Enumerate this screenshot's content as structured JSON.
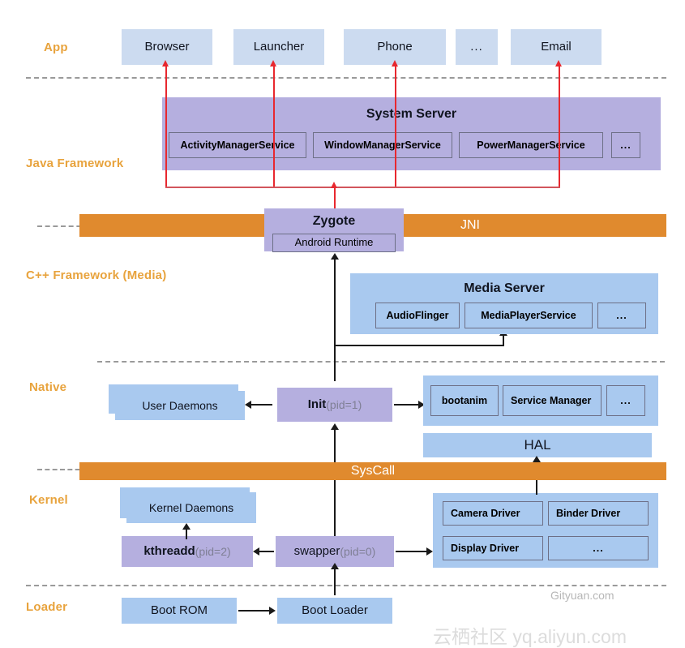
{
  "layers": [
    {
      "name": "app",
      "label": "App"
    },
    {
      "name": "java-framework",
      "label": "Java Framework"
    },
    {
      "name": "cpp-framework",
      "label": "C++ Framework (Media)"
    },
    {
      "name": "native",
      "label": "Native"
    },
    {
      "name": "kernel",
      "label": "Kernel"
    },
    {
      "name": "loader",
      "label": "Loader"
    }
  ],
  "app": {
    "items": [
      {
        "label": "Browser"
      },
      {
        "label": "Launcher"
      },
      {
        "label": "Phone"
      },
      {
        "label": "..."
      },
      {
        "label": "Email"
      }
    ]
  },
  "system_server": {
    "title": "System Server",
    "services": [
      {
        "label": "ActivityManagerService"
      },
      {
        "label": "WindowManagerService"
      },
      {
        "label": "PowerManagerService"
      },
      {
        "label": "..."
      }
    ]
  },
  "jni_bar": {
    "label": "JNI",
    "zygote": {
      "title": "Zygote",
      "runtime": "Android Runtime"
    }
  },
  "media_server": {
    "title": "Media Server",
    "services": [
      {
        "label": "AudioFlinger"
      },
      {
        "label": "MediaPlayerService"
      },
      {
        "label": "..."
      }
    ]
  },
  "native": {
    "user_daemons": "User Daemons",
    "init": {
      "name": "Init",
      "pid": "(pid=1)"
    },
    "services": [
      {
        "label": "bootanim"
      },
      {
        "label": "Service Manager"
      },
      {
        "label": "..."
      }
    ],
    "hal": "HAL"
  },
  "syscall_bar": {
    "label": "SysCall"
  },
  "kernel": {
    "kernel_daemons": "Kernel Daemons",
    "kthreadd": {
      "name": "kthreadd",
      "pid": "(pid=2)"
    },
    "swapper": {
      "name": "swapper",
      "pid": "(pid=0)"
    },
    "drivers": [
      {
        "label": "Camera Driver"
      },
      {
        "label": "Binder Driver"
      },
      {
        "label": "Display Driver"
      },
      {
        "label": "..."
      }
    ]
  },
  "loader": {
    "boot_rom": "Boot  ROM",
    "boot_loader": "Boot Loader"
  },
  "watermarks": {
    "site": "Gityuan.com",
    "community": "云栖社区 yq.aliyun.com"
  },
  "colors": {
    "accent_orange": "#e8a33d",
    "bar_orange": "#e08a2e",
    "blue": "#a9c9ef",
    "app_blue": "#ccdbf0",
    "purple": "#b5afdf",
    "arrow_red": "#e8282f"
  }
}
